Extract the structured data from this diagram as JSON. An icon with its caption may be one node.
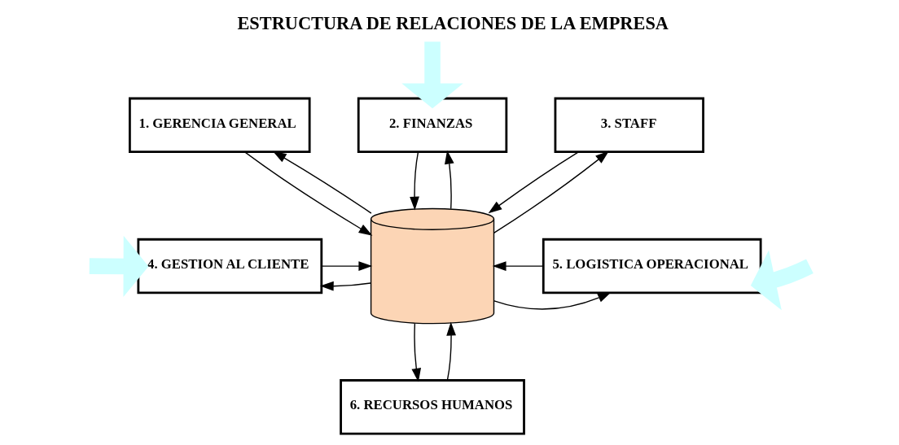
{
  "diagram": {
    "title": "ESTRUCTURA DE RELACIONES DE LA EMPRESA",
    "nodes": [
      {
        "text": [
          "1. GERENCIA GENERAL"
        ]
      },
      {
        "text": [
          "2. FINANZAS"
        ]
      },
      {
        "text": [
          "3. STAFF"
        ]
      },
      {
        "text": [
          "4. GESTION AL CLIENTE"
        ]
      },
      {
        "text": [],
        "shape": "cylinder"
      },
      {
        "text": [
          "5. LOGISTICA OPERACIONAL"
        ]
      },
      {
        "text": [
          "6. RECURSOS HUMANOS"
        ]
      }
    ],
    "edges": [
      {
        "from": 0,
        "to": 4,
        "arrow": "to"
      },
      {
        "from": 4,
        "to": 0,
        "arrow": "to"
      },
      {
        "from": 4,
        "to": 1,
        "arrow": "to"
      },
      {
        "from": 1,
        "to": 4,
        "arrow": "to"
      },
      {
        "from": 2,
        "to": 4,
        "arrow": "to"
      },
      {
        "from": 4,
        "to": 2,
        "arrow": "to"
      },
      {
        "from": 4,
        "to": 3,
        "arrow": "to"
      },
      {
        "from": 3,
        "to": 4,
        "arrow": "to"
      },
      {
        "from": 4,
        "to": 5,
        "arrow": "to"
      },
      {
        "from": 5,
        "to": 4,
        "arrow": "to"
      },
      {
        "from": 6,
        "to": 4,
        "arrow": "to"
      },
      {
        "from": 4,
        "to": 6,
        "arrow": "to"
      },
      {
        "from": null,
        "to": 1,
        "arrow": "to",
        "style": "thick",
        "color": "#ccffff"
      },
      {
        "from": null,
        "to": 3,
        "arrow": "to",
        "style": "thick",
        "color": "#ccffff"
      },
      {
        "from": null,
        "to": 5,
        "arrow": "to",
        "style": "thick",
        "color": "#ccffff"
      }
    ]
  }
}
